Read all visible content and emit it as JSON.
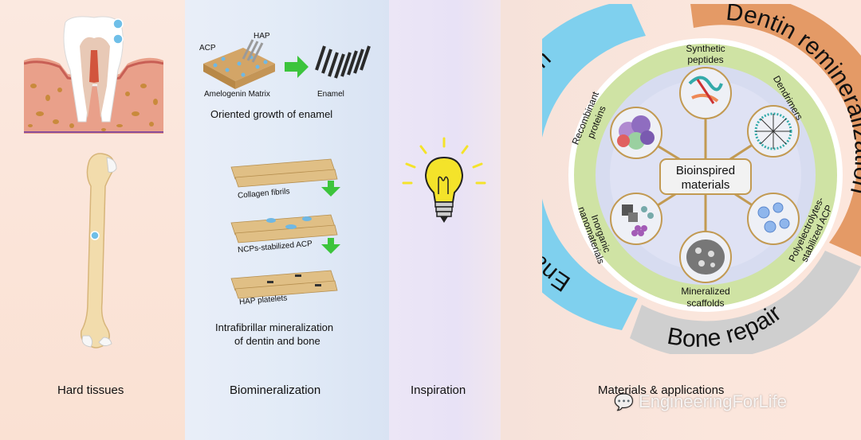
{
  "columns": {
    "hard_tissues": "Hard tissues",
    "biomineralization": "Biomineralization",
    "inspiration": "Inspiration",
    "materials": "Materials & applications"
  },
  "enamel_growth": {
    "acp": "ACP",
    "hap": "HAP",
    "matrix": "Amelogenin Matrix",
    "enamel": "Enamel",
    "caption": "Oriented growth of enamel"
  },
  "collagen": {
    "fibrils": "Collagen fibrils",
    "ncps": "NCPs-stabilized ACP",
    "platelets": "HAP platelets",
    "caption_line1": "Intrafibrillar mineralization",
    "caption_line2": "of dentin and bone"
  },
  "wheel": {
    "center_line1": "Bioinspired",
    "center_line2": "materials",
    "outer_enamel": "Enamel remineralization",
    "outer_dentin": "Dentin remineralization",
    "outer_bone": "Bone repair",
    "inner": {
      "synthetic_peptides_1": "Synthetic",
      "synthetic_peptides_2": "peptides",
      "dendrimers": "Dendrimers",
      "poly_1": "Polyelectrolytes-",
      "poly_2": "stabilized ACP",
      "scaffolds_1": "Mineralized",
      "scaffolds_2": "scaffolds",
      "inorganic_1": "Inorganic",
      "inorganic_2": "nanomaterials",
      "recombinant_1": "Recombinant",
      "recombinant_2": "proteins"
    }
  },
  "watermark": "EngineeringForLife",
  "colors": {
    "enamel_ring": "#7fd0ee",
    "dentin_ring": "#e49a66",
    "bone_ring": "#cfcfcf",
    "green_ring": "#cfe3a4",
    "center_disc": "#cfd5ec",
    "arrow_green": "#3cc43c",
    "bulb_yellow": "#f4e32a"
  }
}
